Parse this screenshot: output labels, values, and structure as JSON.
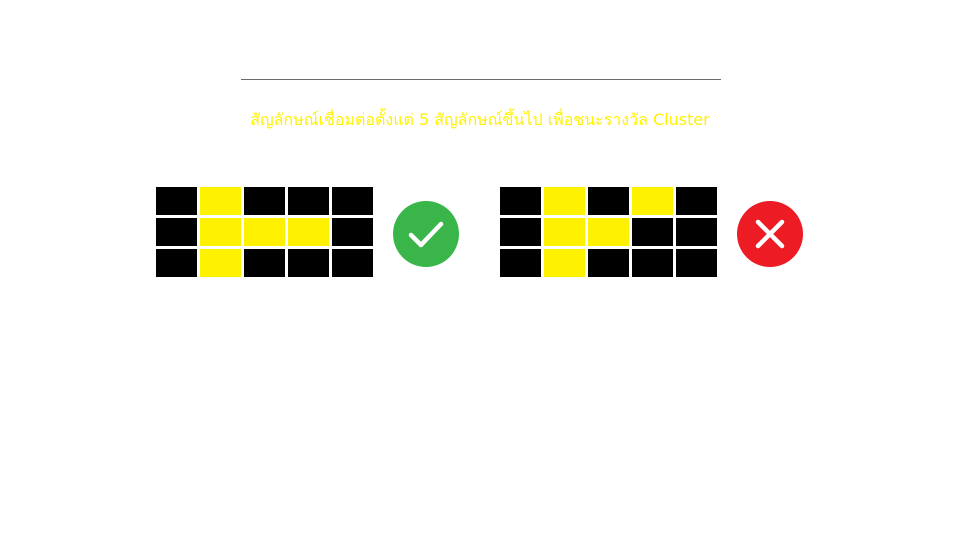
{
  "caption": "สัญลักษณ์เชื่อมต่อตั้งแต่ 5 สัญลักษณ์ขึ้นไป เพื่อชนะรางวัล Cluster",
  "colors": {
    "highlight": "#fff200",
    "empty": "#000000",
    "valid": "#39b54a",
    "invalid": "#ed1c24",
    "rule": "#6b6b6b"
  },
  "examples": [
    {
      "verdict": "valid",
      "icon": "check-icon",
      "grid": [
        [
          0,
          1,
          0,
          0,
          0
        ],
        [
          0,
          1,
          1,
          1,
          0
        ],
        [
          0,
          1,
          0,
          0,
          0
        ]
      ]
    },
    {
      "verdict": "invalid",
      "icon": "x-icon",
      "grid": [
        [
          0,
          1,
          0,
          1,
          0
        ],
        [
          0,
          1,
          1,
          0,
          0
        ],
        [
          0,
          1,
          0,
          0,
          0
        ]
      ]
    }
  ]
}
